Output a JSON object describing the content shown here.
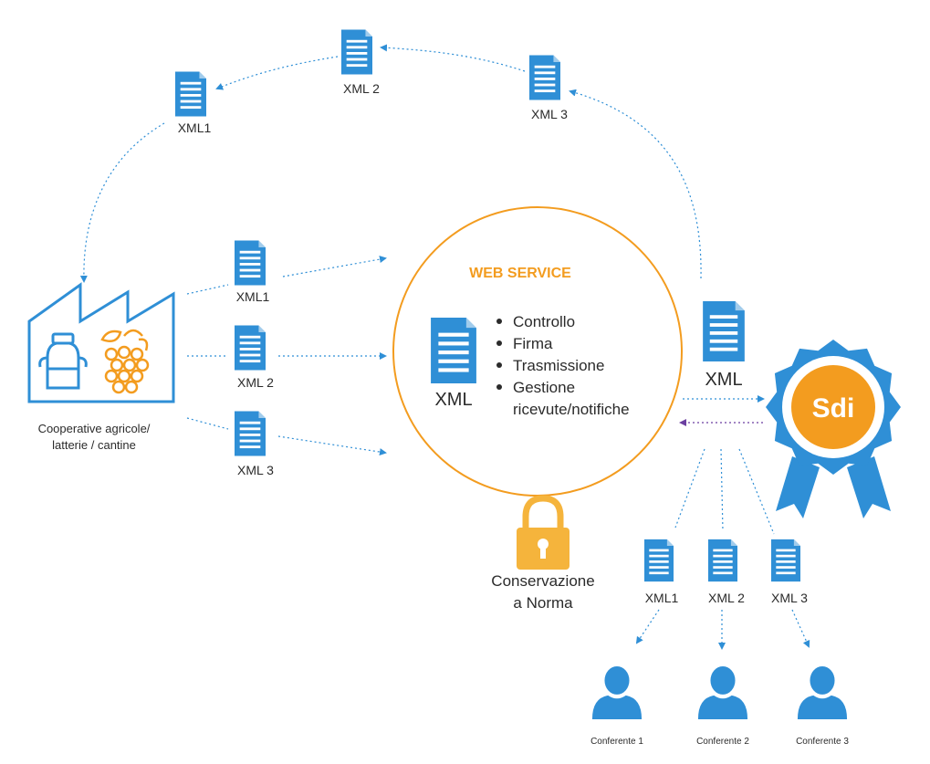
{
  "colors": {
    "blue": "#2f8fd6",
    "orange": "#f39c1f",
    "lock": "#f5b43c",
    "purple": "#6b3fa0",
    "text": "#2b2b2b"
  },
  "top_docs": [
    {
      "label": "XML1"
    },
    {
      "label": "XML 2"
    },
    {
      "label": "XML 3"
    }
  ],
  "factory": {
    "icon": "factory-icon",
    "label_line1": "Cooperative agricole/",
    "label_line2": "latterie / cantine"
  },
  "left_docs": [
    {
      "label": "XML1"
    },
    {
      "label": "XML 2"
    },
    {
      "label": "XML 3"
    }
  ],
  "web_service": {
    "title": "WEB SERVICE",
    "xml_label": "XML",
    "items": [
      "Controllo",
      "Firma",
      "Trasmissione",
      "Gestione",
      "ricevute/notifiche"
    ]
  },
  "sdi_xml_label": "XML",
  "sdi": {
    "label": "Sdi"
  },
  "lock": {
    "icon": "padlock-icon",
    "line1": "Conservazione",
    "line2": "a Norma"
  },
  "bottom_docs": [
    {
      "label": "XML1"
    },
    {
      "label": "XML 2"
    },
    {
      "label": "XML 3"
    }
  ],
  "conferenti": [
    {
      "label": "Conferente 1"
    },
    {
      "label": "Conferente 2"
    },
    {
      "label": "Conferente 3"
    }
  ]
}
